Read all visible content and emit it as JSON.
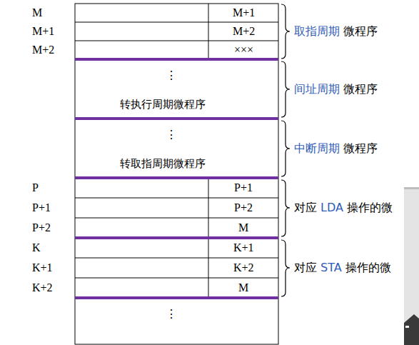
{
  "diagram": {
    "labels": [
      "M",
      "M+1",
      "M+1",
      "M+2",
      "取指周期",
      "微程序",
      "M+2",
      "×××",
      "⋮",
      "转执行周期微程序",
      "间址周期",
      "微程序",
      "⋮",
      "转取指周期微程序",
      "中断周期",
      "微程序",
      "P",
      "P+1",
      "P+1",
      "P+2",
      "对应",
      "LDA",
      "操作的微",
      "P+2",
      "M",
      "K",
      "K+1",
      "K+1",
      "K+2",
      "对应",
      "STA",
      "操作的微",
      "K+2",
      "M",
      "⋮"
    ]
  }
}
